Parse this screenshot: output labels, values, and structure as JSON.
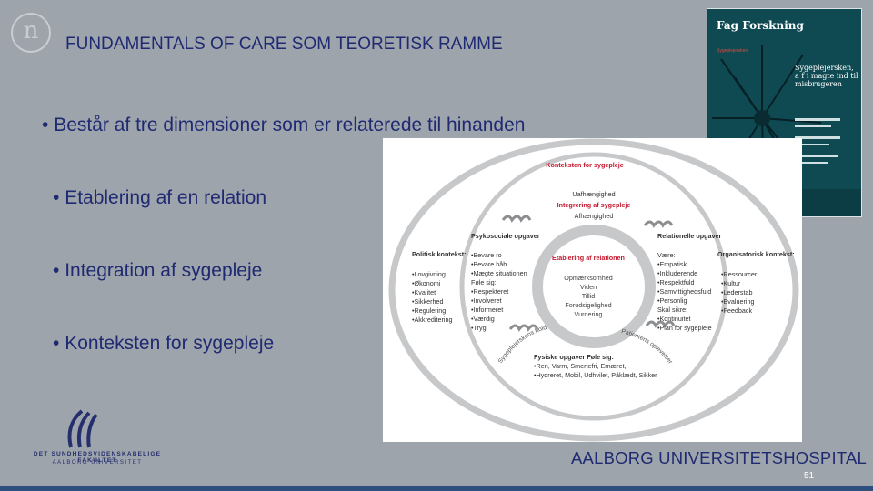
{
  "slide": {
    "title": "FUNDAMENTALS OF CARE SOM TEORETISK RAMME",
    "bullets": [
      "Består af tre dimensioner som er relaterede til hinanden",
      "Etablering af en relation",
      "Integration af sygepleje",
      "Konteksten for sygepleje"
    ],
    "page_number": "51",
    "logo_glyph": "n"
  },
  "journal_cover": {
    "masthead": "Fag Forskning",
    "subtitle": "Sygeplejersken",
    "headline": "Sygeplejersken, a f i magte ind til misbrugeren"
  },
  "diagram": {
    "context_title": "Konteksten for sygepleje",
    "integration_top": "Uafhængighed",
    "integration_title": "Integrering af sygepleje",
    "integration_bottom": "Afhængighed",
    "relation_title": "Etablering af relationen",
    "relation_items": [
      "Opmærksomhed",
      "Viden",
      "Tillid",
      "Forudsigelighed",
      "Vurdering"
    ],
    "psychosocial_title": "Psykosociale opgaver",
    "psychosocial_items": [
      "•Bevare ro",
      "•Bevare håb",
      "•Mægte situationen",
      "Føle sig:",
      "•Respekteret",
      "•Involveret",
      "•Informeret",
      "•Værdig",
      "•Tryg"
    ],
    "relational_title": "Relationelle opgaver",
    "relational_items": [
      "Være:",
      "•Empatisk",
      "•Inkluderende",
      "•Respektfuld",
      "•Samvittighedsfuld",
      "•Personlig",
      "Skal sikre:",
      "•Kontinuitet",
      "•Plan for sygepleje"
    ],
    "political_title": "Politisk kontekst:",
    "political_items": [
      "•Lovgivning",
      "•Økonomi",
      "•Kvalitet",
      "•Sikkerhed",
      "•Regulering",
      "•Akkreditering"
    ],
    "organizational_title": "Organisatorisk kontekst:",
    "organizational_items": [
      "•Ressourcer",
      "•Kultur",
      "•Lederstab",
      "•Evaluering",
      "•Feedback"
    ],
    "physical_title": "Fysiske opgaver Føle sig:",
    "physical_lines": [
      "•Ren, Varm, Smertefri, Ernæret,",
      "•Hydreret, Mobil, Udhvilet, Påklædt, Sikker"
    ],
    "curve_left": "Sygeplejerskens holdninger",
    "curve_right": "Patientens oplevelser"
  },
  "footer": {
    "faculty_line1": "DET SUNDHEDSVIDENSKABELIGE FAKULTET",
    "faculty_line2": "AALBORG UNIVERSITET",
    "hospital": "AALBORG UNIVERSITETSHOSPITAL"
  },
  "colors": {
    "background": "#9ea4ac",
    "text_blue": "#1f2a72",
    "diagram_red": "#c4172c",
    "ring_gray": "#c7c8ca"
  }
}
